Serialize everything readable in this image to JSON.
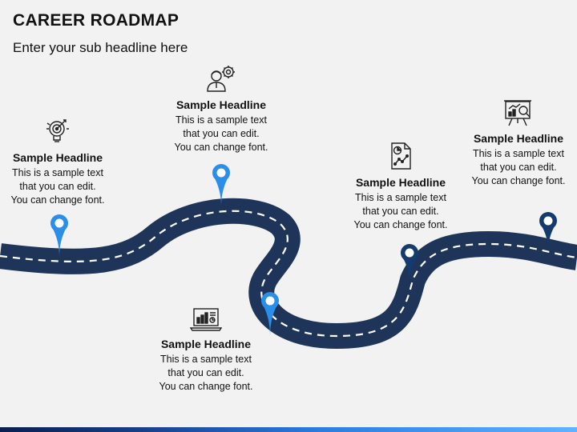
{
  "header": {
    "title": "CAREER ROADMAP",
    "subtitle": "Enter your sub headline here"
  },
  "colors": {
    "road": "#1e3458",
    "road_line": "#ffffff",
    "pin_light": "#2b8ee8",
    "pin_dark": "#143a6e"
  },
  "milestones": [
    {
      "icon": "lightbulb-target-icon",
      "headline": "Sample Headline",
      "line1": "This is a sample text",
      "line2": "that you can edit.",
      "line3": "You can change font."
    },
    {
      "icon": "person-gear-icon",
      "headline": "Sample Headline",
      "line1": "This is a sample text",
      "line2": "that you can edit.",
      "line3": "You can change font."
    },
    {
      "icon": "laptop-chart-icon",
      "headline": "Sample Headline",
      "line1": "This is a sample text",
      "line2": "that you can edit.",
      "line3": "You can change font."
    },
    {
      "icon": "document-chart-icon",
      "headline": "Sample Headline",
      "line1": "This is a sample text",
      "line2": "that you can edit.",
      "line3": "You can change font."
    },
    {
      "icon": "presentation-board-icon",
      "headline": "Sample Headline",
      "line1": "This is a sample text",
      "line2": "that you can edit.",
      "line3": "You can change font."
    }
  ]
}
